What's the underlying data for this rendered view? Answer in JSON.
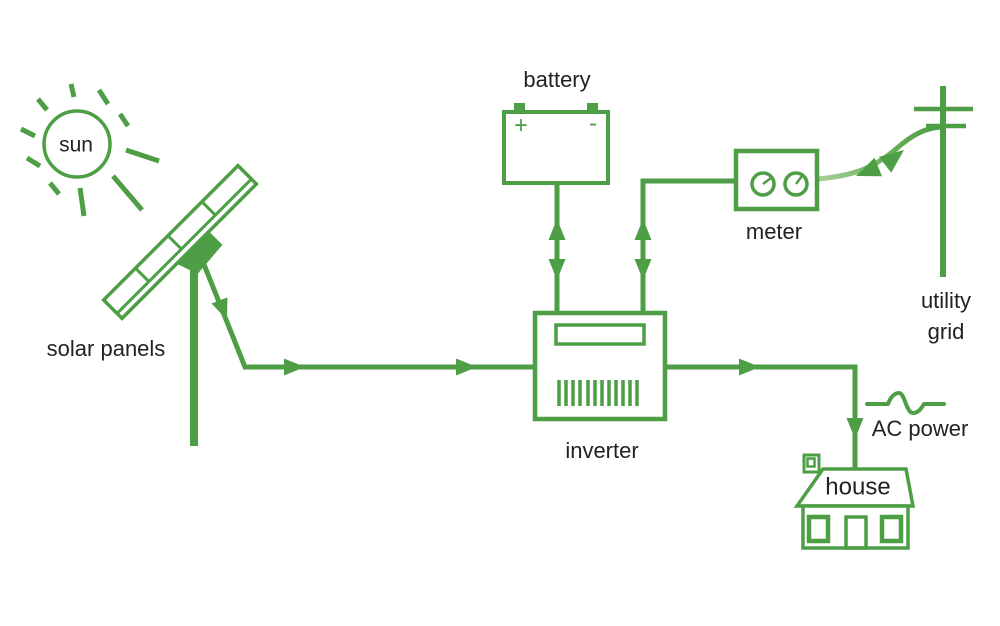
{
  "diagram": {
    "type": "solar-power-system-flow-diagram",
    "labels": {
      "sun": "sun",
      "solar_panels": "solar panels",
      "battery": "battery",
      "meter": "meter",
      "utility_grid": "utility grid",
      "inverter": "inverter",
      "ac_power": "AC power",
      "house": "house"
    },
    "battery_terminals": {
      "plus": "+",
      "minus": "-"
    },
    "colors": {
      "line_green": "#4d9e45",
      "curve_light_green": "#a6cf96",
      "label_text": "#222222",
      "background": "#ffffff"
    },
    "connections": [
      {
        "from": "sun",
        "to": "solar panels",
        "style": "rays"
      },
      {
        "from": "solar panels",
        "to": "inverter",
        "direction": "one-way"
      },
      {
        "from": "inverter",
        "to": "battery",
        "direction": "two-way"
      },
      {
        "from": "inverter",
        "to": "meter",
        "direction": "two-way"
      },
      {
        "from": "meter",
        "to": "utility grid",
        "direction": "two-way"
      },
      {
        "from": "inverter",
        "to": "house",
        "direction": "one-way",
        "note": "AC power"
      }
    ]
  }
}
